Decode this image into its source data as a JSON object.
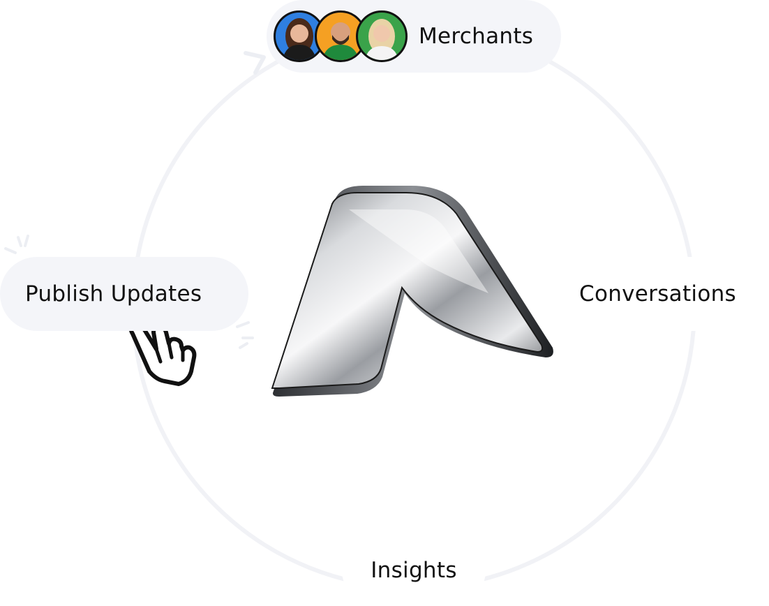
{
  "nodes": {
    "merchants": {
      "label": "Merchants"
    },
    "publish": {
      "label": "Publish Updates"
    },
    "conversations": {
      "label": "Conversations"
    },
    "insights": {
      "label": "Insights"
    }
  },
  "avatars": [
    {
      "name": "avatar-woman-dark-hair",
      "bg": "#2f7fe0",
      "hair": "#4a2a1a",
      "skin": "#e8b79a",
      "shirt": "#1b1b1b"
    },
    {
      "name": "avatar-man-beard",
      "bg": "#f5a023",
      "hair": "#3a2a20",
      "skin": "#d8a07e",
      "shirt": "#1f8a3c"
    },
    {
      "name": "avatar-woman-blonde",
      "bg": "#3aa34a",
      "hair": "#e9d3a6",
      "skin": "#f0c8ac",
      "shirt": "#f4f4f4"
    }
  ],
  "colors": {
    "ring": "#f1f2f6",
    "pill_bg": "#f4f5f9",
    "text": "#111111"
  },
  "icons": {
    "center": "metallic-a-logo-icon",
    "cursor": "pointing-hand-cursor-icon"
  }
}
